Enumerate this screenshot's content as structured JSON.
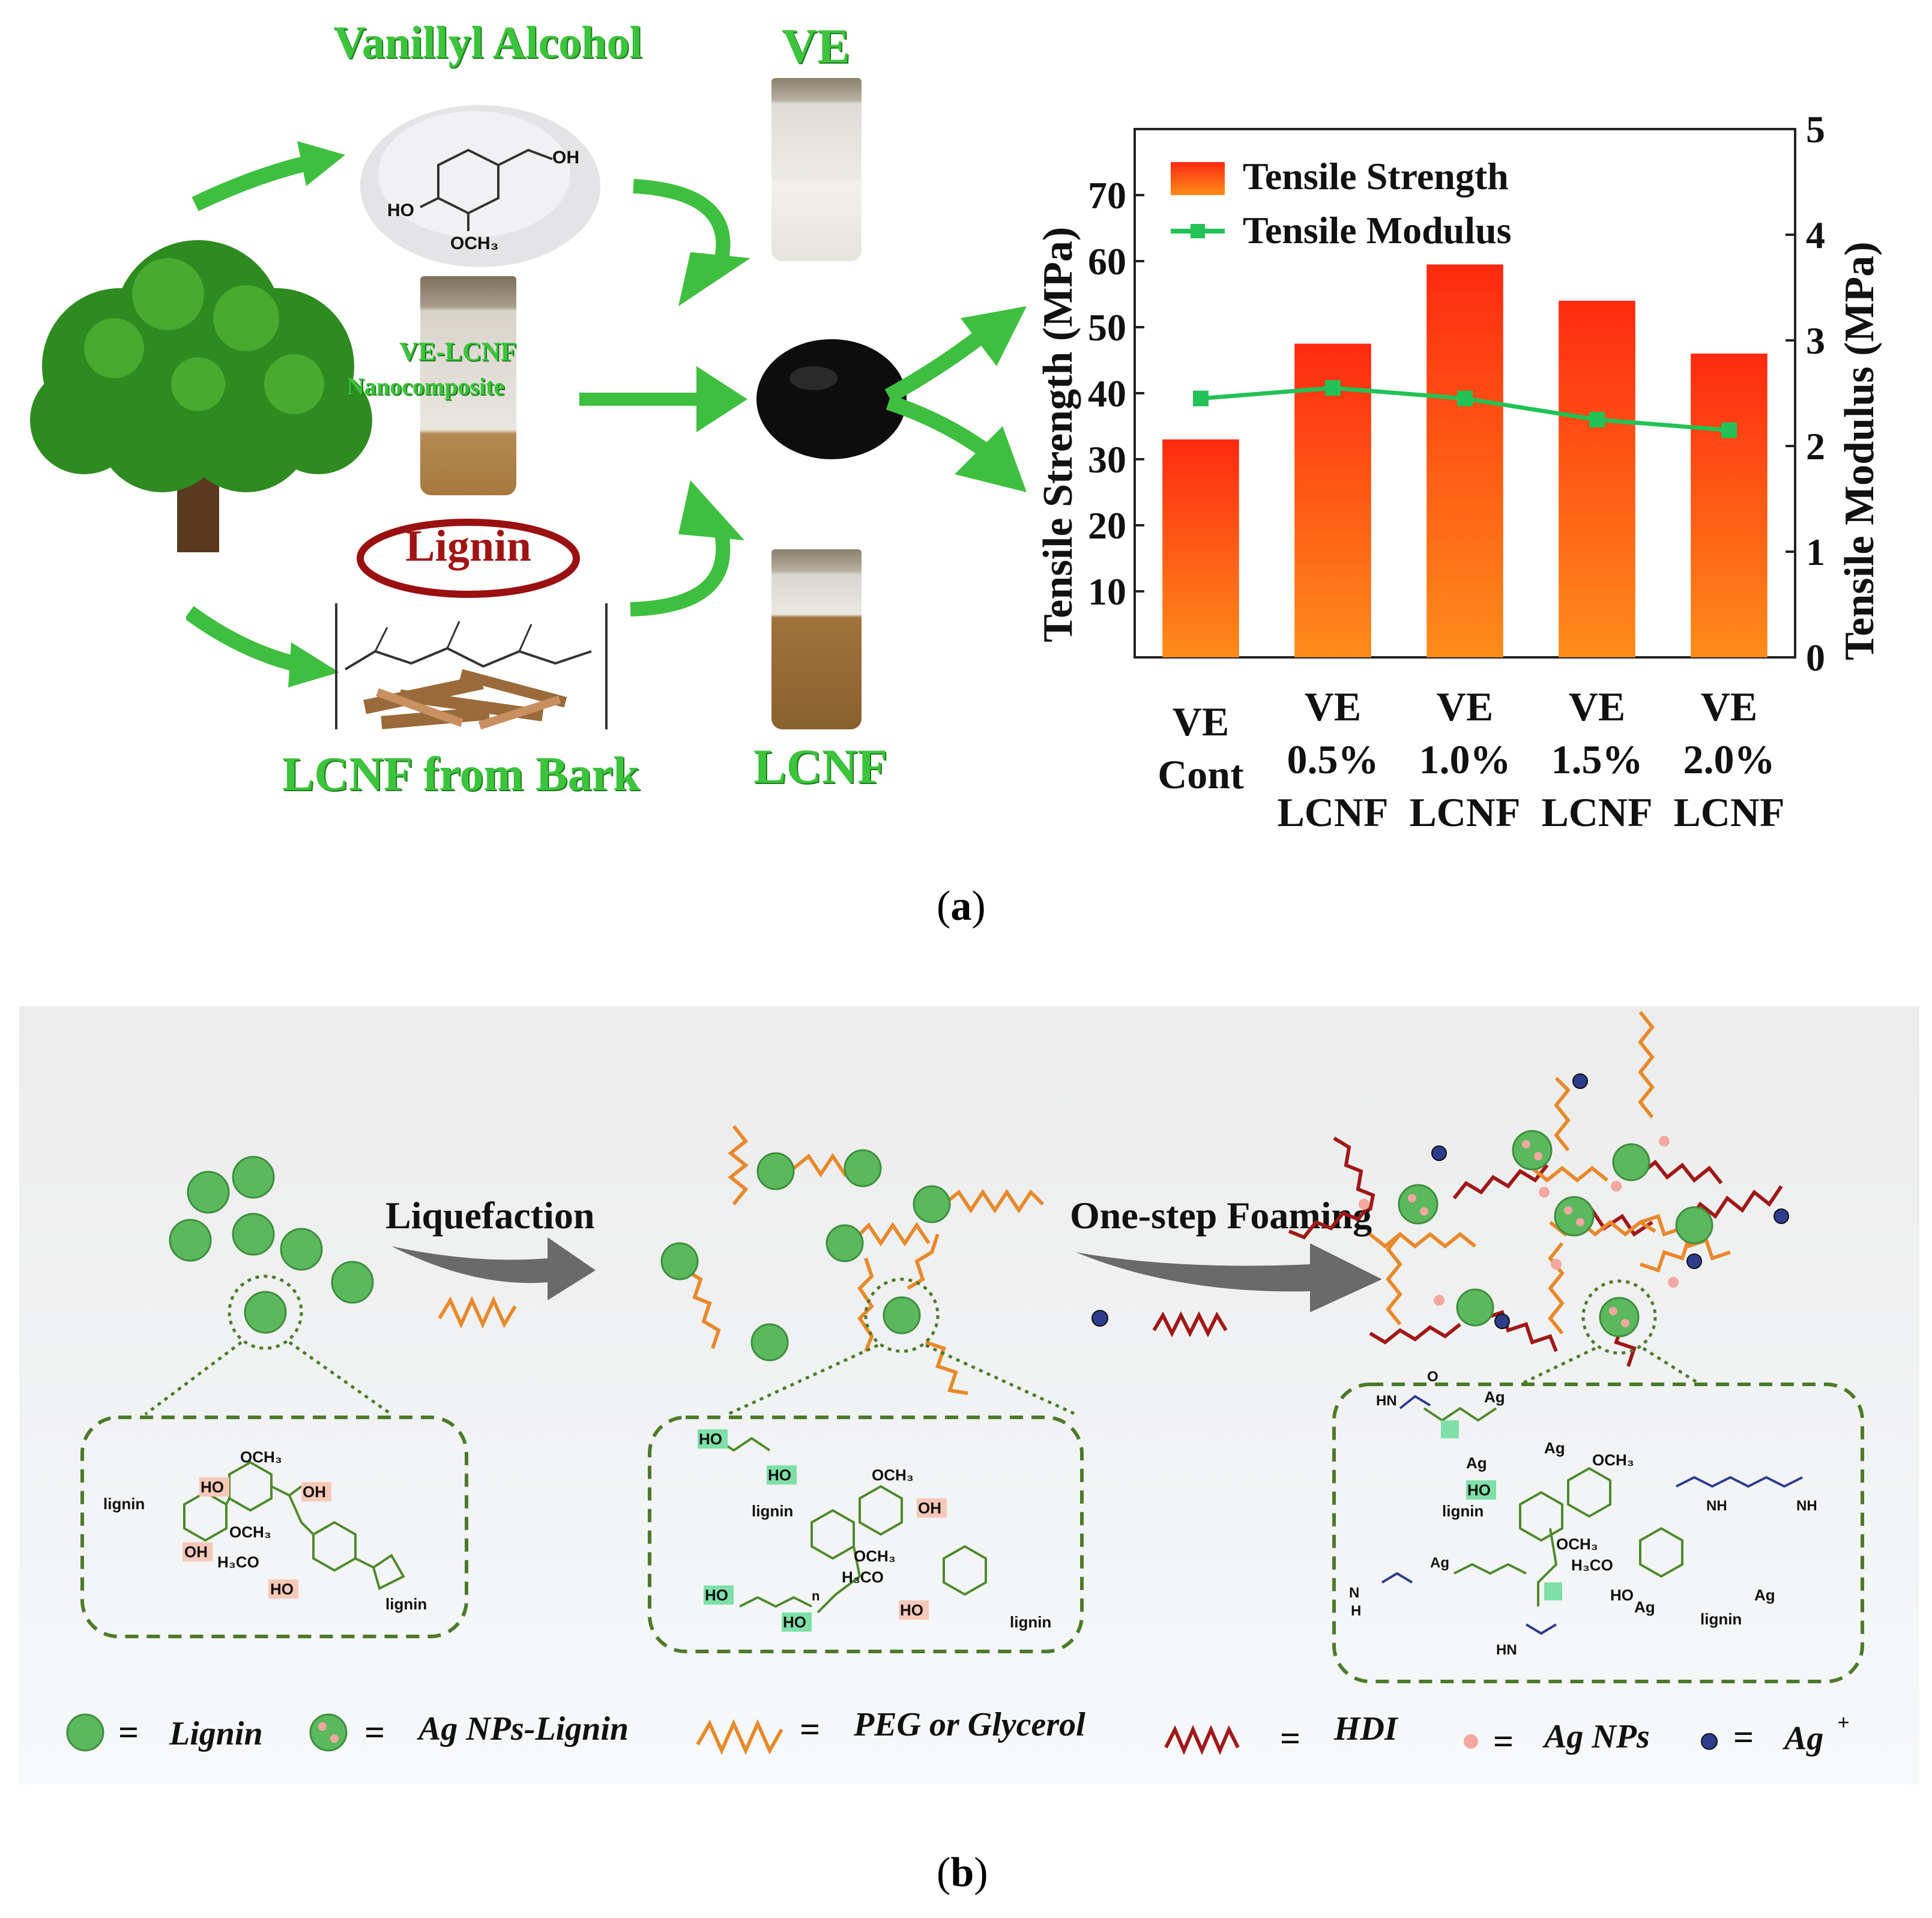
{
  "panel_a": {
    "top_label": "Vanillyl Alcohol",
    "vial_top_label": "VE",
    "nanocomposite_label_1": "VE-LCNF",
    "nanocomposite_label_2": "Nanocomposite",
    "lignin_label": "Lignin",
    "bark_label": "LCNF from Bark",
    "vial_bottom_label": "LCNF",
    "caption": "a",
    "vanillyl_chem": {
      "oh": "OH",
      "ho": "HO",
      "och3": "OCH₃"
    }
  },
  "chart_data": {
    "type": "bar",
    "categories": [
      "VE Cont",
      "VE 0.5% LCNF",
      "VE 1.0% LCNF",
      "VE 1.5% LCNF",
      "VE 2.0% LCNF"
    ],
    "category_lines": [
      [
        "VE",
        "Cont"
      ],
      [
        "VE",
        "0.5%",
        "LCNF"
      ],
      [
        "VE",
        "1.0%",
        "LCNF"
      ],
      [
        "VE",
        "1.5%",
        "LCNF"
      ],
      [
        "VE",
        "2.0%",
        "LCNF"
      ]
    ],
    "series": [
      {
        "name": "Tensile Strength",
        "type": "bar",
        "axis": "left",
        "values": [
          33,
          47.5,
          59.5,
          54,
          46
        ]
      },
      {
        "name": "Tensile Modulus",
        "type": "line",
        "axis": "right",
        "values": [
          2.45,
          2.55,
          2.45,
          2.25,
          2.15
        ]
      }
    ],
    "ylabel": "Tensile Strength (MPa)",
    "y2label": "Tensile Modulus (MPa)",
    "ylim": [
      0,
      80
    ],
    "y2lim": [
      0,
      5
    ],
    "yticks": [
      10,
      20,
      30,
      40,
      50,
      60,
      70
    ],
    "y2ticks": [
      0,
      1,
      2,
      3,
      4,
      5
    ],
    "legend": "top-left",
    "colors": {
      "bar_top": "#ff2a10",
      "bar_bottom": "#ff8c1a",
      "line": "#22c256"
    }
  },
  "panel_b": {
    "step1": "Liquefaction",
    "step2": "One-step Foaming",
    "caption": "b",
    "legend": {
      "lignin": "Lignin",
      "ag_lignin": "Ag NPs-Lignin",
      "peg": "PEG or Glycerol",
      "hdi": "HDI",
      "agnps": "Ag NPs",
      "agplus": "Ag",
      "agplus_sup": "+",
      "equals": "="
    },
    "chem": {
      "och3": "OCH₃",
      "ho": "HO",
      "oh": "OH",
      "lignin": "lignin",
      "h3co": "H₃CO",
      "ag": "Ag",
      "o": "O",
      "n": "n",
      "hn": "HN",
      "nh": "NH",
      "n_atom": "N",
      "h": "H"
    },
    "colors": {
      "lignin": "#5cb85c",
      "peg": "#e8892b",
      "hdi": "#a01818",
      "agplus": "#2d3c8c",
      "agnp": "#f2a8a0",
      "dashed": "#4d7a2a"
    }
  }
}
